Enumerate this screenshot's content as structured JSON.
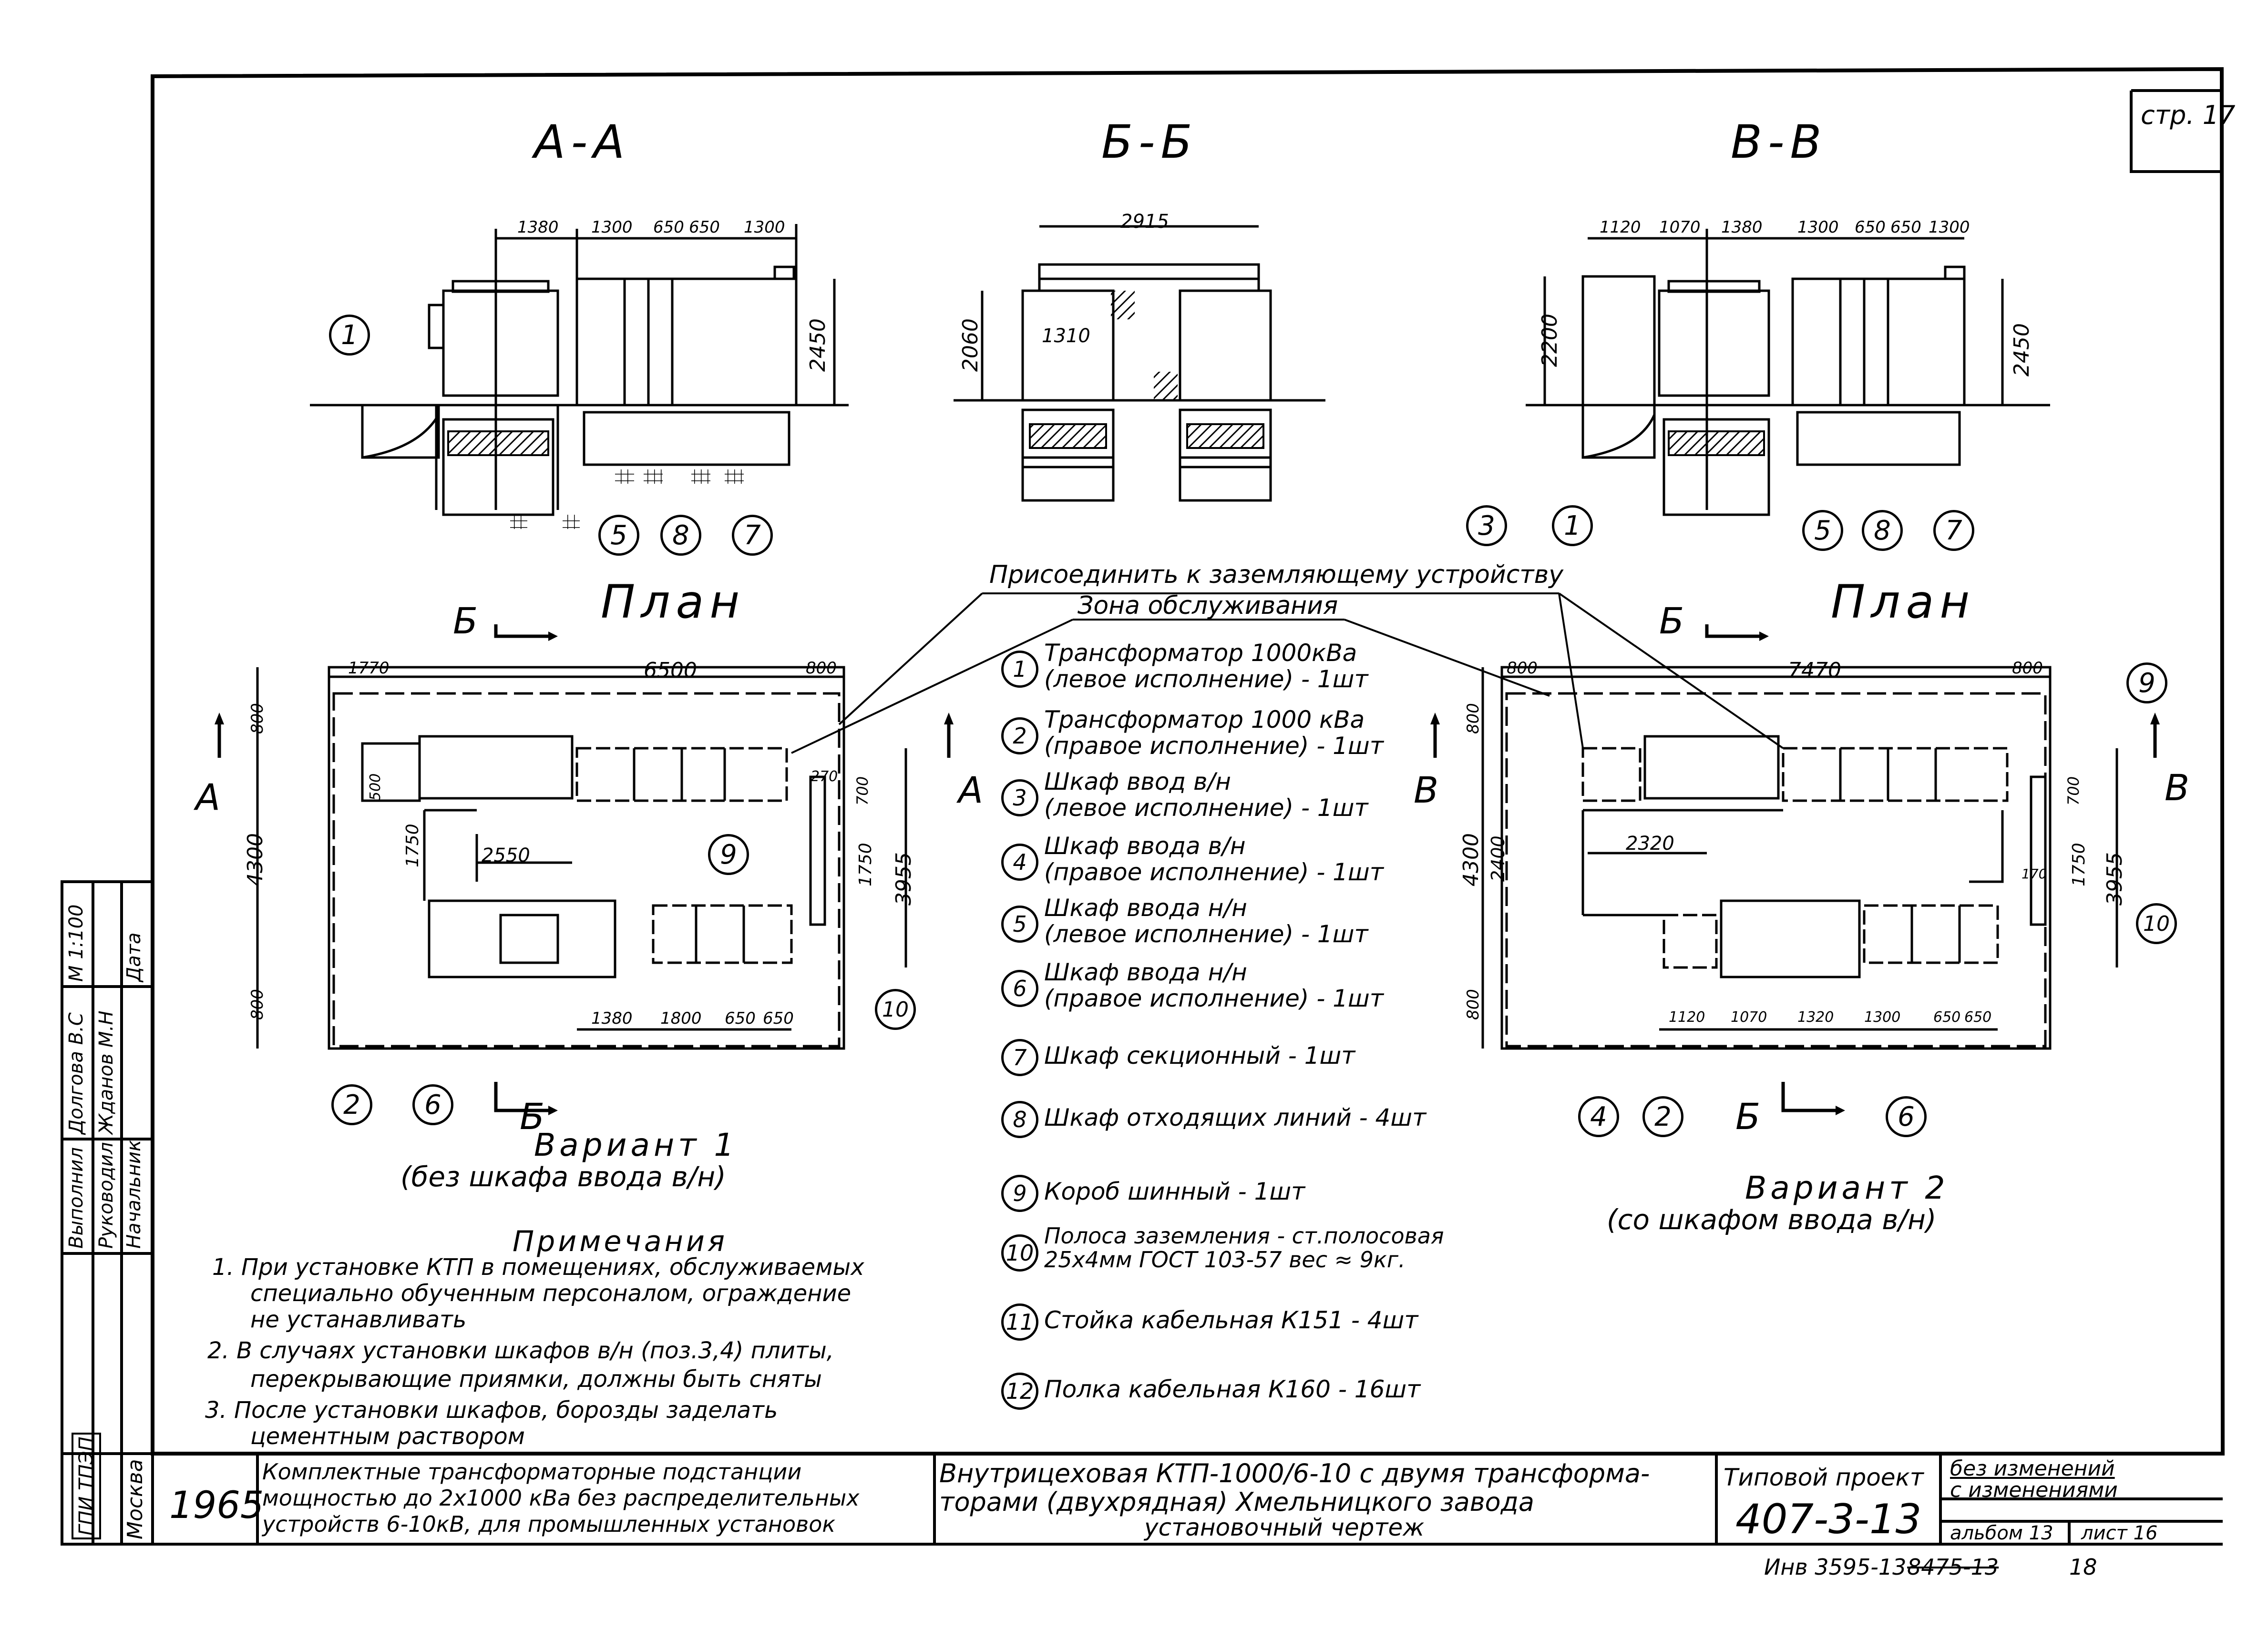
{
  "page": "стр. 17",
  "sections": {
    "aa": "А-А",
    "bb": "Б-Б",
    "vv": "В-В"
  },
  "dims": {
    "aa": [
      "1380",
      "1300",
      "650",
      "650",
      "1300",
      "2450"
    ],
    "bb": [
      "2915",
      "2060",
      "1310"
    ],
    "vv": [
      "1120",
      "1070",
      "1380",
      "1300",
      "650",
      "650",
      "1300",
      "2200",
      "2450"
    ],
    "plan1": [
      "1770",
      "6500",
      "800",
      "800",
      "4300",
      "800",
      "1750",
      "2550",
      "270",
      "700",
      "1750",
      "3955",
      "500",
      "1380",
      "1800",
      "650",
      "650"
    ],
    "plan2": [
      "800",
      "7470",
      "800",
      "800",
      "4300",
      "2400",
      "800",
      "2320",
      "700",
      "1750",
      "3955",
      "170",
      "1120",
      "1070",
      "1320",
      "1300",
      "650",
      "650"
    ]
  },
  "plan": {
    "title": "План",
    "cut_b": "Б",
    "cut_a": "А",
    "cut_v": "В",
    "connect_note": "Присоединить к заземляющему устройству",
    "service_zone": "Зона обслуживания",
    "variant1": "Вариант 1",
    "variant1_sub": "(без шкафа ввода в/н)",
    "variant2": "Вариант 2",
    "variant2_sub": "(со шкафом ввода в/н)"
  },
  "legend": [
    {
      "num": "1",
      "l1": "Трансформатор 1000кВа",
      "l2": "(левое исполнение) - 1шт"
    },
    {
      "num": "2",
      "l1": "Трансформатор 1000 кВа",
      "l2": "(правое исполнение) - 1шт"
    },
    {
      "num": "3",
      "l1": "Шкаф ввод в/н",
      "l2": "(левое исполнение) - 1шт"
    },
    {
      "num": "4",
      "l1": "Шкаф ввода в/н",
      "l2": "(правое исполнение) - 1шт"
    },
    {
      "num": "5",
      "l1": "Шкаф ввода н/н",
      "l2": "(левое исполнение) - 1шт"
    },
    {
      "num": "6",
      "l1": "Шкаф ввода н/н",
      "l2": "(правое исполнение) - 1шт"
    },
    {
      "num": "7",
      "l1": "Шкаф секционный - 1шт",
      "l2": ""
    },
    {
      "num": "8",
      "l1": "Шкаф отходящих линий - 4шт",
      "l2": ""
    },
    {
      "num": "9",
      "l1": "Короб шинный - 1шт",
      "l2": ""
    },
    {
      "num": "10",
      "l1": "Полоса заземления - ст.полосовая",
      "l2": "25х4мм ГОСТ 103-57 вес ≈ 9кг."
    },
    {
      "num": "11",
      "l1": "Стойка кабельная К151 - 4шт",
      "l2": ""
    },
    {
      "num": "12",
      "l1": "Полка кабельная К160 - 16шт",
      "l2": ""
    }
  ],
  "notes": {
    "title": "Примечания",
    "items": [
      "1. При установке КТП в помещениях, обслуживаемых",
      "специально обученным персоналом, ограждение",
      "не устанавливать",
      "2. В случаях установки шкафов в/н (поз.3,4) плиты,",
      "перекрывающие приямки, должны быть сняты",
      "3. После установки шкафов, борозды заделать",
      "цементным раствором"
    ]
  },
  "stamp": {
    "rows": [
      "Начальник",
      "Руководил",
      "Выполнил"
    ],
    "names": [
      "",
      "Жданов М.Н",
      "Долгова В.С"
    ],
    "date_label": "Дата",
    "scale": "М 1:100",
    "city": "Москва",
    "org": "ГПИ ТПЭП"
  },
  "titleblock": {
    "year": "1965",
    "desc1": "Комплектные трансформаторные подстанции",
    "desc2": "мощностью до 2х1000 кВа без распределительных",
    "desc3": "устройств 6-10кВ, для промышленных установок",
    "main1": "Внутрицеховая КТП-1000/6-10 с двумя трансформа-",
    "main2": "торами (двухрядная) Хмельницкого завода",
    "main3": "установочный чертеж",
    "project_label": "Типовой проект",
    "project_num": "407-3-13",
    "changes1": "без изменений",
    "changes2": "с изменениями",
    "album": "альбом 13",
    "sheet": "лист 16",
    "inv": "Инв 3595-13",
    "inv_struck": "8475-13",
    "inv_page": "18"
  }
}
